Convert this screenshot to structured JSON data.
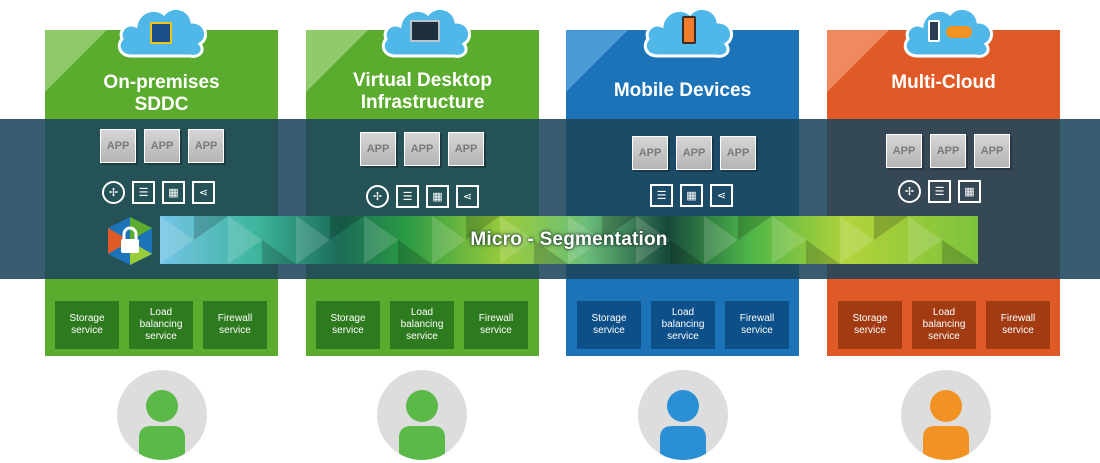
{
  "columns": [
    {
      "title": "On-premises\nSDDC",
      "cloud_icon": "vsphere-logo-icon",
      "color": "#5aab2e",
      "triangle": "#8fcb6b",
      "service_color": "#2e7a1f",
      "services": [
        "Storage\nservice",
        "Load\nbalancing\nservice",
        "Firewall\nservice"
      ],
      "apps": [
        "APP",
        "APP",
        "APP"
      ],
      "icons": [
        "router-icon",
        "list-icon",
        "firewall-icon",
        "load-balancer-icon"
      ],
      "user_color": "#5ab947"
    },
    {
      "title": "Virtual Desktop\nInfrastructure",
      "cloud_icon": "desktop-monitor-icon",
      "color": "#5aab2e",
      "triangle": "#8fcb6b",
      "service_color": "#2e7a1f",
      "services": [
        "Storage\nservice",
        "Load\nbalancing\nservice",
        "Firewall\nservice"
      ],
      "apps": [
        "APP",
        "APP",
        "APP"
      ],
      "icons": [
        "router-icon",
        "list-icon",
        "firewall-icon",
        "load-balancer-icon"
      ],
      "user_color": "#5ab947"
    },
    {
      "title": "Mobile Devices",
      "cloud_icon": "smartphone-icon",
      "color": "#1d73b7",
      "triangle": "#4a9ad6",
      "service_color": "#0d4f88",
      "services": [
        "Storage\nservice",
        "Load\nbalancing\nservice",
        "Firewall\nservice"
      ],
      "apps": [
        "APP",
        "APP",
        "APP"
      ],
      "icons": [
        "list-icon",
        "firewall-icon",
        "load-balancer-icon"
      ],
      "user_color": "#2b8fd6"
    },
    {
      "title": "Multi-Cloud",
      "cloud_icon": "phone-cloud-icon",
      "color": "#e05a28",
      "triangle": "#f0895e",
      "service_color": "#a23b12",
      "services": [
        "Storage\nservice",
        "Load\nbalancing\nservice",
        "Firewall\nservice"
      ],
      "apps": [
        "APP",
        "APP",
        "APP"
      ],
      "icons": [
        "router-icon",
        "list-icon",
        "firewall-icon"
      ],
      "user_color": "#f29222"
    }
  ],
  "micro_segmentation": {
    "label": "Micro - Segmentation",
    "lock_icon": "lock-icon"
  },
  "colors": {
    "band": "#1c465c",
    "cloud": "#4fb8e8"
  }
}
